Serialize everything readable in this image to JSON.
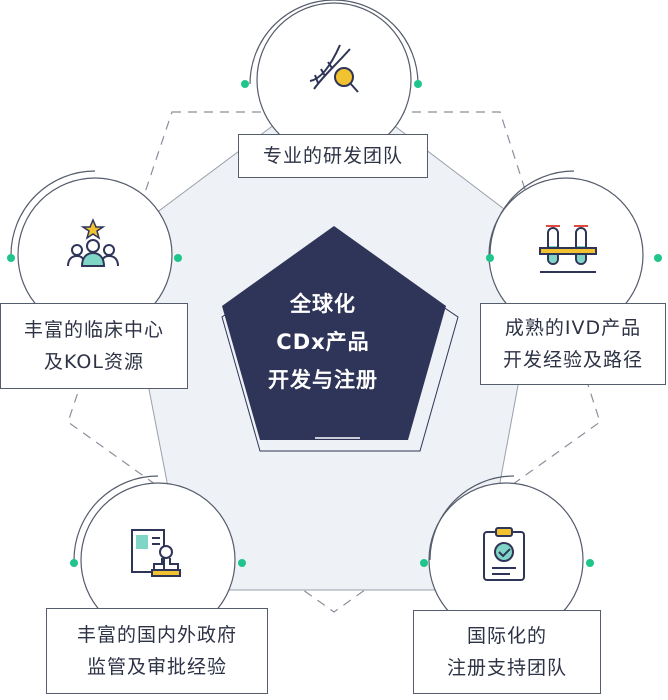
{
  "center": {
    "lines": [
      "全球化",
      "CDx产品",
      "开发与注册"
    ]
  },
  "nodes": [
    {
      "id": "rd",
      "icon": "dna-magnifier-icon",
      "lines": [
        "专业的研发团队"
      ]
    },
    {
      "id": "ivd",
      "icon": "test-tubes-icon",
      "lines": [
        "成熟的IVD产品",
        "开发经验及路径"
      ]
    },
    {
      "id": "reg",
      "icon": "clipboard-check-icon",
      "lines": [
        "国际化的",
        "注册支持团队"
      ]
    },
    {
      "id": "gov",
      "icon": "document-stamp-icon",
      "lines": [
        "丰富的国内外政府",
        "监管及审批经验"
      ]
    },
    {
      "id": "kol",
      "icon": "team-star-icon",
      "lines": [
        "丰富的临床中心",
        "及KOL资源"
      ]
    }
  ],
  "colors": {
    "navy": "#2f3558",
    "outline": "#555c6b",
    "accent_green": "#1fc58a",
    "pentagon_fill": "#eef1f5",
    "icon_yellow": "#f2c230",
    "icon_teal": "#7fd6c6"
  }
}
